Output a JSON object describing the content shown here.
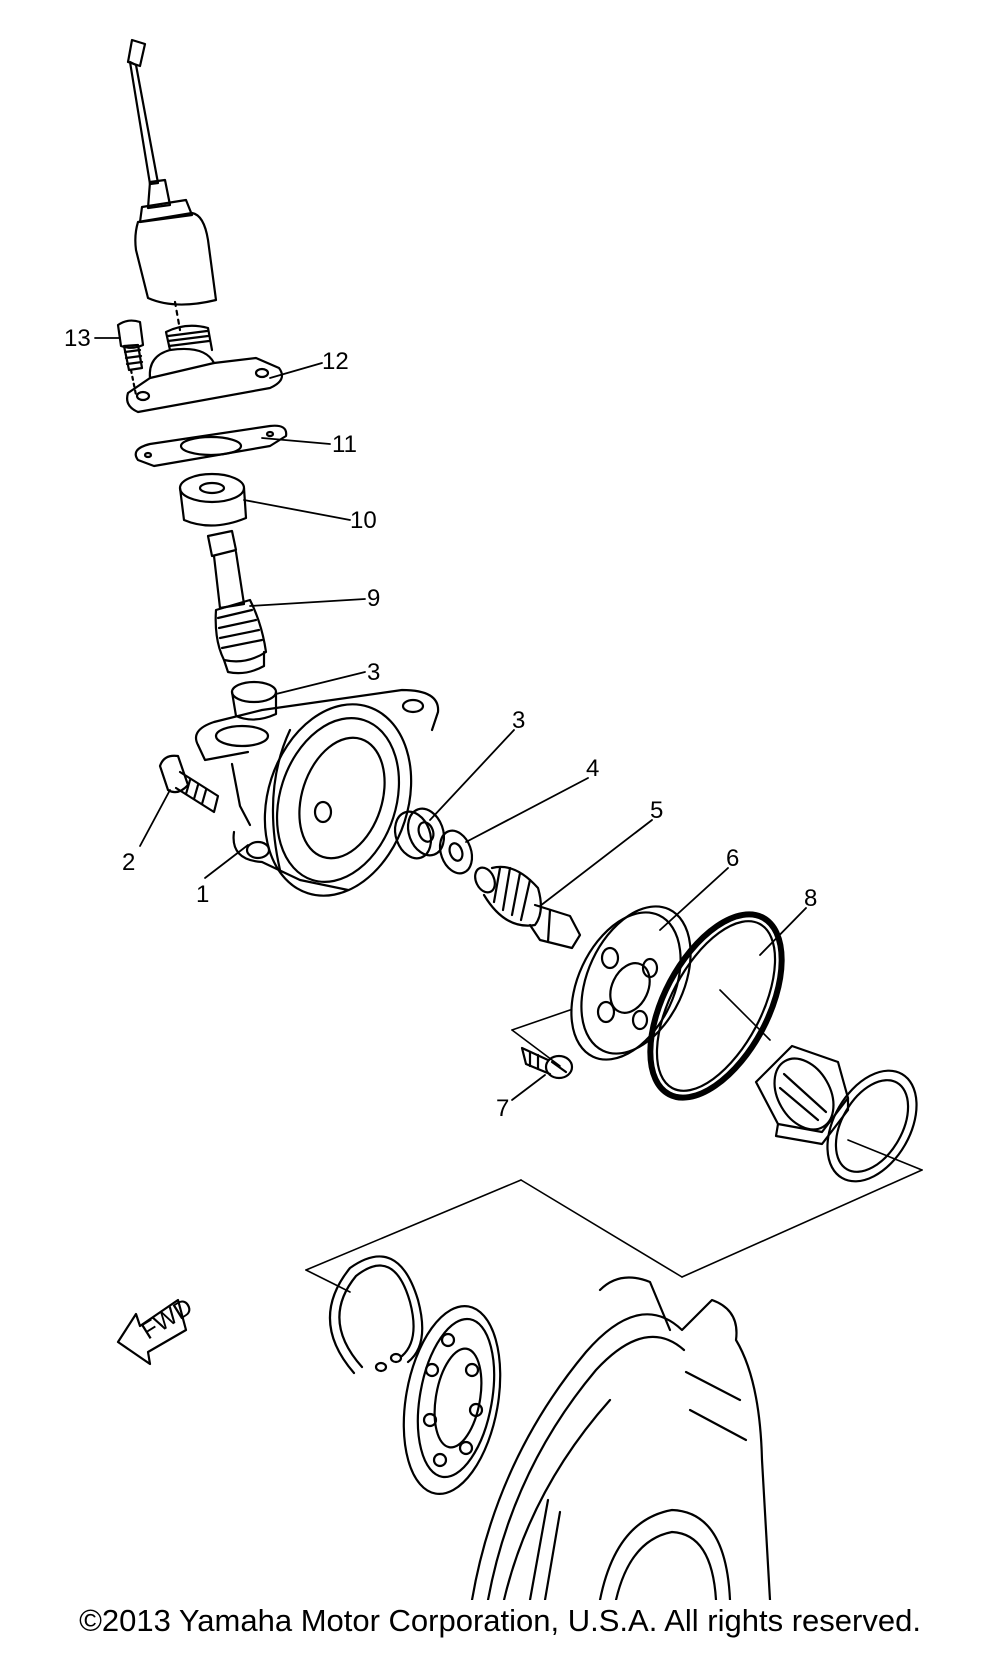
{
  "callouts": [
    {
      "id": "c13",
      "label": "13"
    },
    {
      "id": "c12",
      "label": "12"
    },
    {
      "id": "c11",
      "label": "11"
    },
    {
      "id": "c10",
      "label": "10"
    },
    {
      "id": "c9",
      "label": "9"
    },
    {
      "id": "c3a",
      "label": "3"
    },
    {
      "id": "c3b",
      "label": "3"
    },
    {
      "id": "c4",
      "label": "4"
    },
    {
      "id": "c5",
      "label": "5"
    },
    {
      "id": "c6",
      "label": "6"
    },
    {
      "id": "c8",
      "label": "8"
    },
    {
      "id": "c2",
      "label": "2"
    },
    {
      "id": "c1",
      "label": "1"
    },
    {
      "id": "c7",
      "label": "7"
    }
  ],
  "fwd_label": "FWD",
  "copyright": "©2013 Yamaha Motor Corporation, U.S.A. All rights reserved."
}
